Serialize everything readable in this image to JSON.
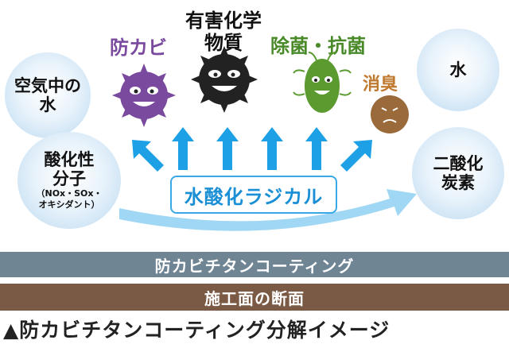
{
  "targets": {
    "mold": "防カビ",
    "chemicals_line1": "有害化学",
    "chemicals_line2": "物質",
    "antibacterial": "除菌・抗菌",
    "deodorize": "消臭"
  },
  "inputs": {
    "air_water_line1": "空気中の",
    "air_water_line2": "水",
    "oxide_line1": "酸化性",
    "oxide_line2": "分子",
    "oxide_line3": "（NOx・SOx・",
    "oxide_line4": "オキシダント）"
  },
  "outputs": {
    "water": "水",
    "co2_line1": "二酸化",
    "co2_line2": "炭素"
  },
  "center_label": "水酸化ラジカル",
  "coating_band": "防カビチタンコーティング",
  "section_band": "施工面の断面",
  "caption": "▲防カビチタンコーティング分解イメージ",
  "colors": {
    "mold": "#7a4a9e",
    "antibacterial": "#4a8a2a",
    "deodorize": "#c07a30",
    "arrow": "#1ea0e6",
    "coating_band": "#6f8594",
    "section_band": "#7a5a45"
  }
}
